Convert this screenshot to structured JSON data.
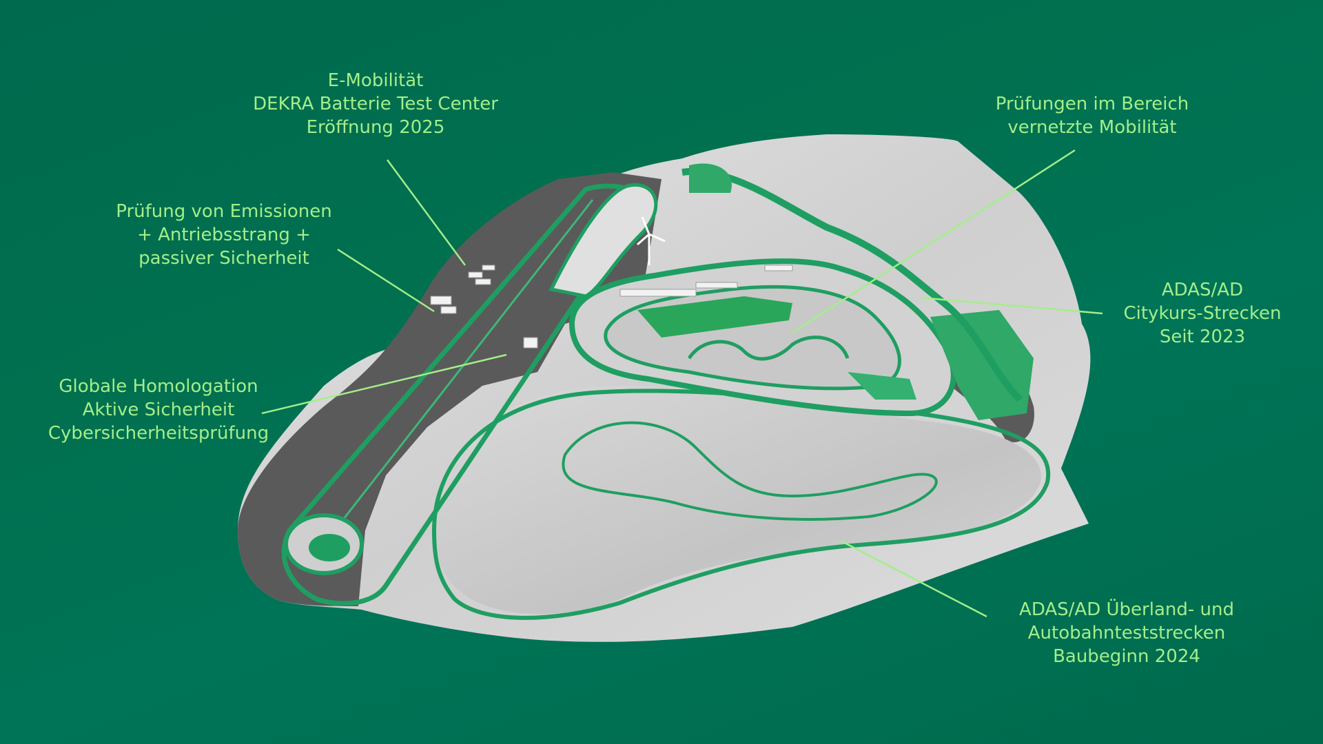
{
  "colors": {
    "background": "#007055",
    "label": "#a4ee8a",
    "leader_line": "#a4ee8a",
    "track_green": "#1f9e62",
    "track_light_green": "#3cb878",
    "terrain_light": "#d8d8d8",
    "terrain_mid": "#bfbfbf",
    "asphalt": "#5a5a5a"
  },
  "labels": {
    "emobility": {
      "line1": "E-Mobilität",
      "line2": "DEKRA Batterie Test Center",
      "line3": "Eröffnung 2025"
    },
    "connected": {
      "line1": "Prüfungen im Bereich",
      "line2": "vernetzte Mobilität"
    },
    "emissions": {
      "line1": "Prüfung von Emissionen",
      "line2": "+ Antriebsstrang +",
      "line3": "passiver Sicherheit"
    },
    "citykurs": {
      "line1": "ADAS/AD",
      "line2": "Citykurs-Strecken",
      "line3": "Seit 2023"
    },
    "homologation": {
      "line1": "Globale Homologation",
      "line2": "Aktive Sicherheit",
      "line3": "Cybersicherheitsprüfung"
    },
    "highway": {
      "line1": "ADAS/AD Überland- und",
      "line2": "Autobahnteststrecken",
      "line3": "Baubeginn 2024"
    }
  }
}
